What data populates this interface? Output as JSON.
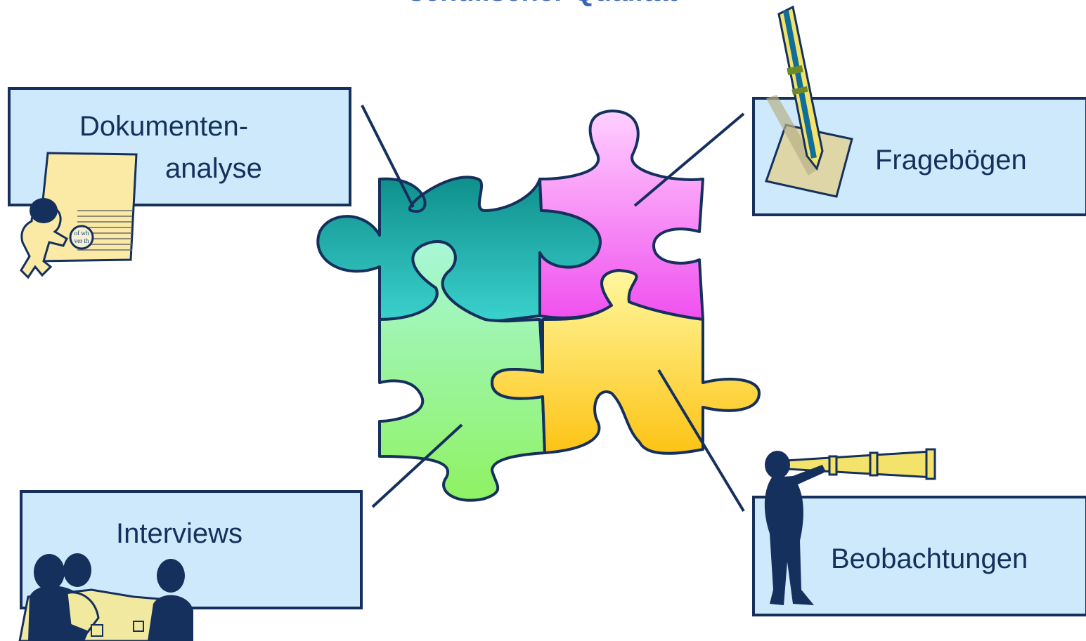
{
  "title": "schulischer Qualität",
  "methods": {
    "documents": "Dokumenten-\nanalyse",
    "documents_line1": "Dokumenten-",
    "documents_line2": "analyse",
    "questionnaires": "Fragebögen",
    "interviews": "Interviews",
    "observations": "Beobachtungen"
  },
  "clipart_text": {
    "magnifier_line1": "of wh",
    "magnifier_line2": "ver th"
  },
  "colors": {
    "box_fill": "#cde9fb",
    "box_border": "#15305c",
    "title": "#3a64b4",
    "piece_teal": "#1fb5b2",
    "piece_pink": "#f58cf3",
    "piece_green": "#9af09e",
    "piece_yellow": "#fde27a"
  }
}
